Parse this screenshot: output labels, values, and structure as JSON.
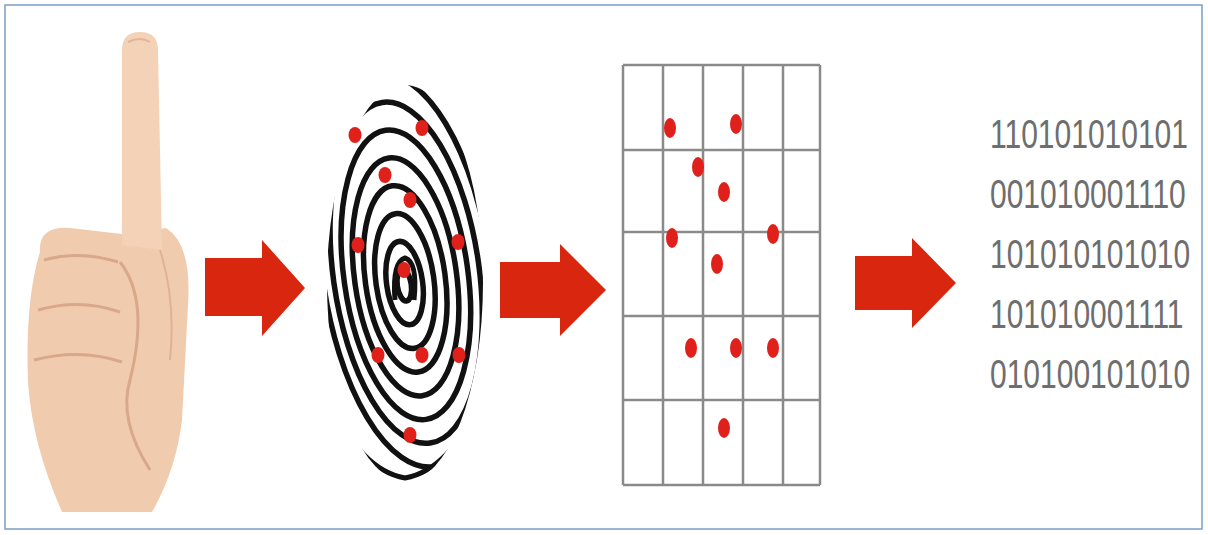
{
  "diagram": {
    "labels": [
      "110101010101",
      "001010001110",
      "101010101010",
      "101010001111",
      "010100101010"
    ]
  }
}
